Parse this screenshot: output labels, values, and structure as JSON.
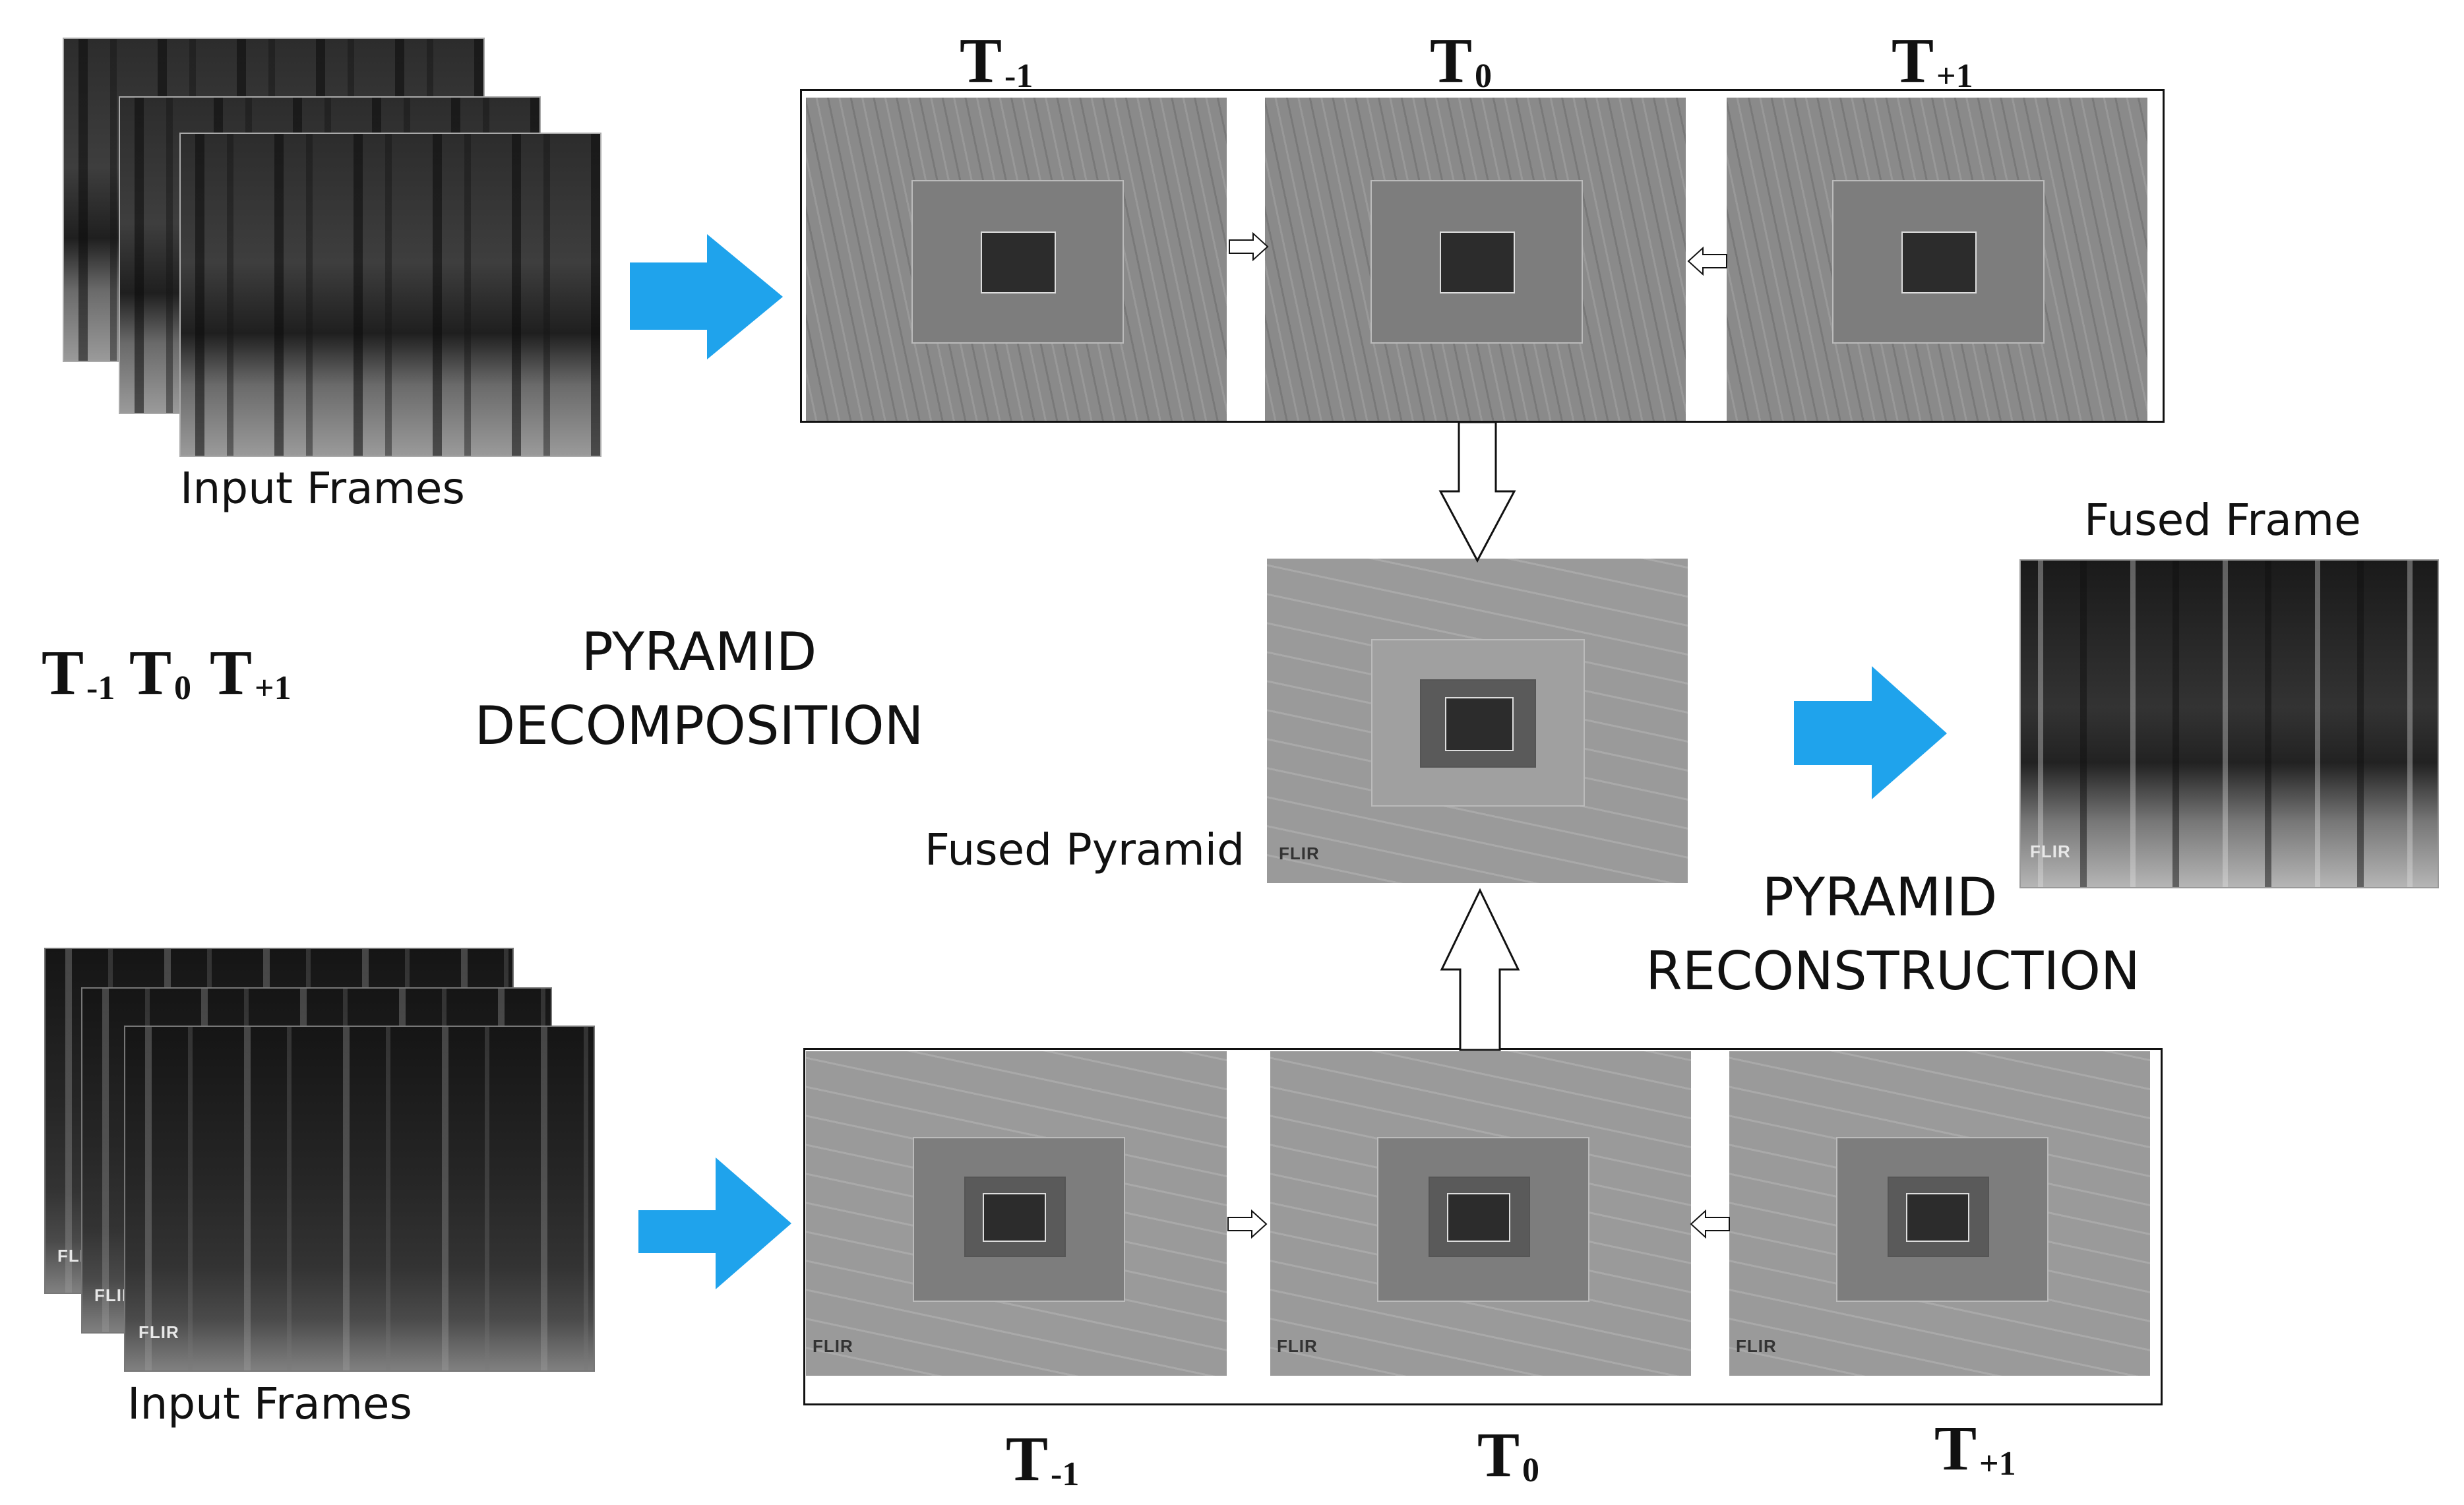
{
  "labels": {
    "input_frames_top": "Input Frames",
    "input_frames_bottom": "Input Frames",
    "fused_frame": "Fused Frame",
    "fused_pyramid": "Fused Pyramid",
    "decomposition_line1": "PYRAMID",
    "decomposition_line2": "DECOMPOSITION",
    "reconstruction_line1": "PYRAMID",
    "reconstruction_line2": "RECONSTRUCTION",
    "flir_logo_text": "FLIR"
  },
  "time_labels": {
    "t": "T",
    "minus1": "-1",
    "zero": "0",
    "plus1": "+1"
  },
  "colors": {
    "arrow_blue": "#1fa3ec",
    "hollow_arrow_stroke": "#111111"
  }
}
